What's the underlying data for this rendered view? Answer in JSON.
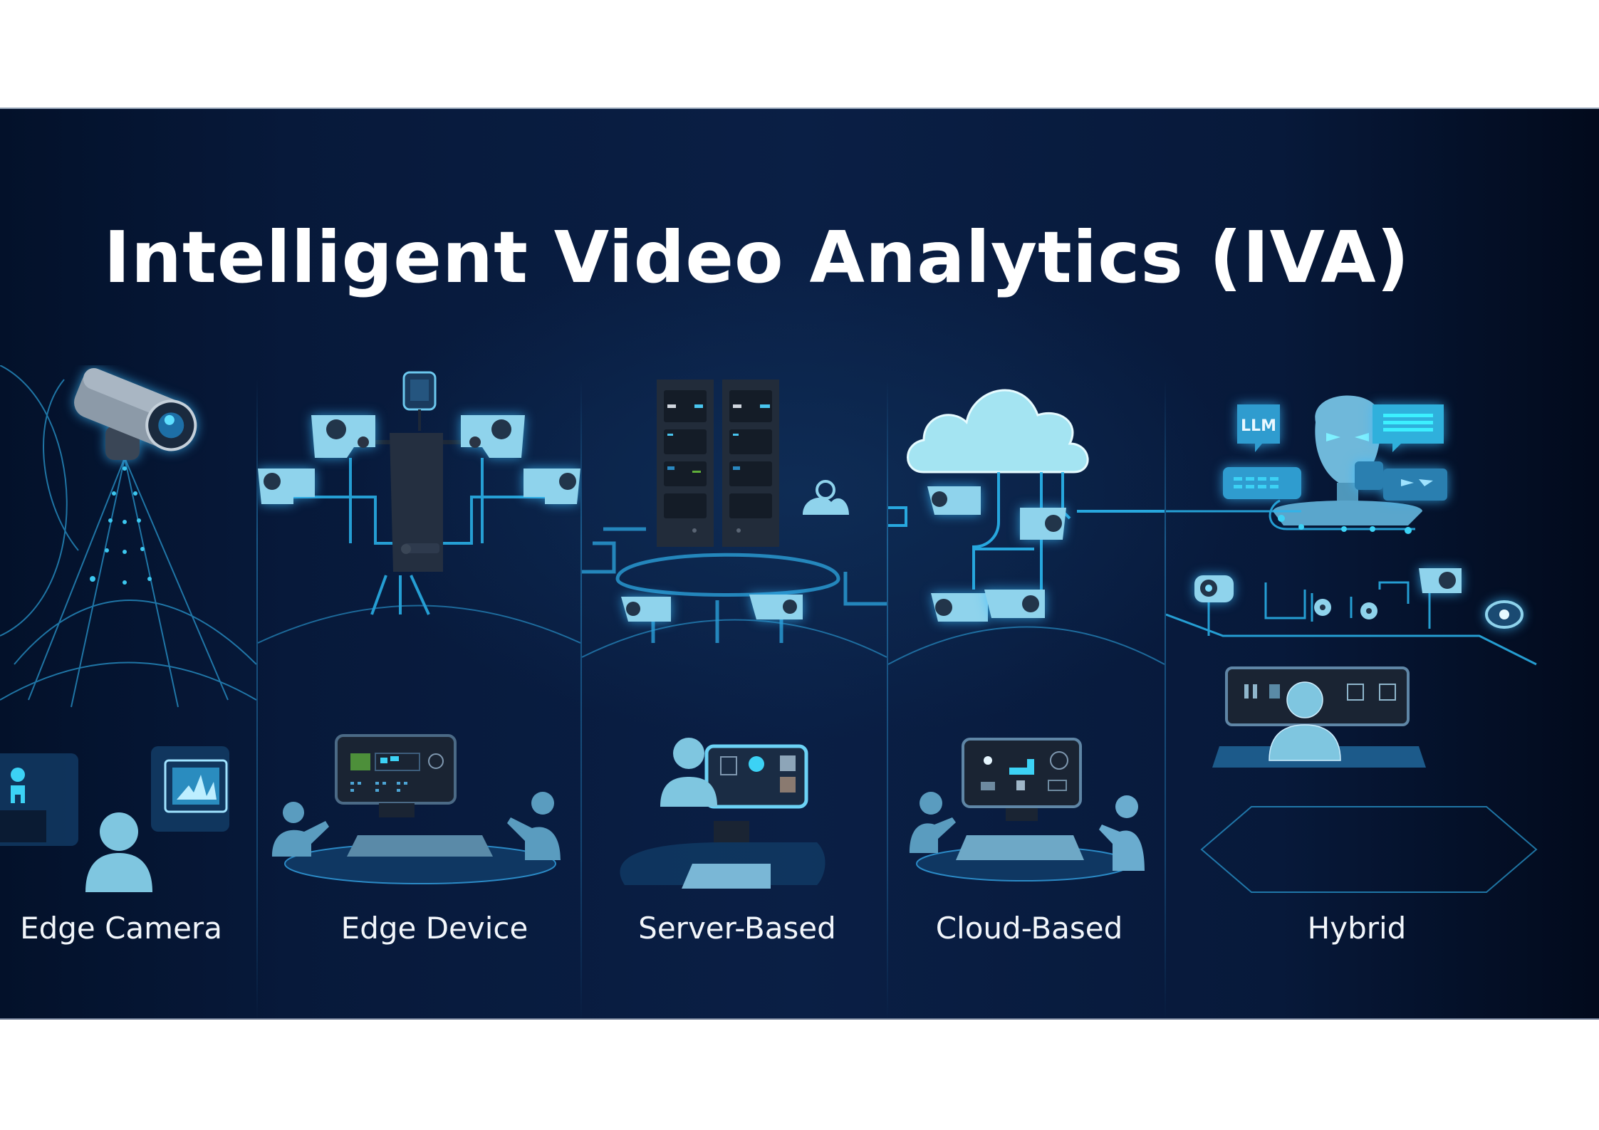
{
  "title": "Intelligent Video Analytics (IVA)",
  "colors": {
    "background_outer": "#ffffff",
    "banner_dark": "#07193a",
    "banner_mid": "#0e2c55",
    "accent_cyan": "#3cc8f0",
    "device_light": "#8fd3ec",
    "device_dark": "#1d2838",
    "text": "#ffffff"
  },
  "panels": [
    {
      "label": "Edge Camera",
      "icons": [
        "bullet-camera",
        "field-of-view-scan",
        "person-silhouette",
        "person-alert-card",
        "analytics-chart-monitor"
      ]
    },
    {
      "label": "Edge Device",
      "icons": [
        "edge-device-box",
        "camera",
        "camera",
        "camera",
        "camera",
        "monitor-console",
        "person-silhouette",
        "person-silhouette"
      ]
    },
    {
      "label": "Server-Based",
      "icons": [
        "server-rack",
        "server-rack",
        "cloud-lock",
        "camera",
        "camera",
        "monitor-console",
        "person-silhouette"
      ]
    },
    {
      "label": "Cloud-Based",
      "icons": [
        "cloud",
        "camera",
        "camera",
        "camera",
        "camera",
        "monitor-console",
        "person-silhouette",
        "person-silhouette"
      ]
    },
    {
      "label": "Hybrid",
      "icons": [
        "ai-head",
        "llm-chat-bubble",
        "chat-bubble",
        "keyboard-bubble",
        "send-bubble",
        "camera",
        "camera",
        "dome-camera",
        "dome-camera",
        "eye",
        "dual-monitor",
        "person-silhouette"
      ]
    }
  ],
  "badges": {
    "llm": "LLM"
  }
}
